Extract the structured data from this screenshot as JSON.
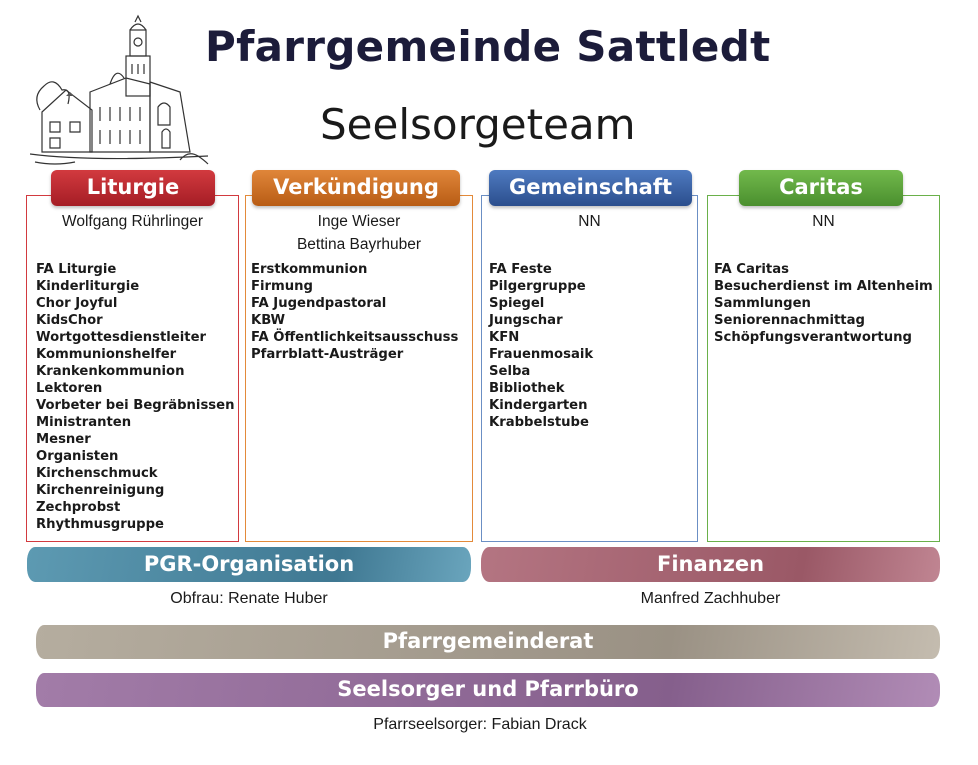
{
  "header": {
    "title": "Pfarrgemeinde Sattledt",
    "subtitle": "Seelsorgeteam"
  },
  "columns": [
    {
      "heading": "Liturgie",
      "color": "#c0202a",
      "leads": [
        "Wolfgang Rührlinger"
      ],
      "items": [
        "FA Liturgie",
        "Kinderliturgie",
        "Chor Joyful",
        "KidsChor",
        "Wortgottesdienstleiter",
        "Kommunionshelfer",
        "Krankenkommunion",
        "Lektoren",
        "Vorbeter bei Begräbnissen",
        "Ministranten",
        "Mesner",
        "Organisten",
        "Kirchenschmuck",
        "Kirchenreinigung",
        "Zechprobst",
        "Rhythmusgruppe"
      ]
    },
    {
      "heading": "Verkündigung",
      "color": "#d9741f",
      "leads": [
        "Inge Wieser",
        "Bettina Bayrhuber"
      ],
      "items": [
        "Erstkommunion",
        "Firmung",
        "FA Jugendpastoral",
        "KBW",
        "FA Öffentlichkeitsausschuss",
        "Pfarrblatt-Austräger"
      ]
    },
    {
      "heading": "Gemeinschaft",
      "color": "#3a63a8",
      "leads": [
        "NN"
      ],
      "items": [
        "FA Feste",
        "Pilgergruppe",
        "Spiegel",
        "Jungschar",
        "KFN",
        "Frauenmosaik",
        "Selba",
        "Bibliothek",
        "Kindergarten",
        "Krabbelstube"
      ]
    },
    {
      "heading": "Caritas",
      "color": "#5da63c",
      "leads": [
        "NN"
      ],
      "items": [
        "FA Caritas",
        "Besucherdienst im Altenheim",
        "Sammlungen",
        "Seniorennachmittag",
        "Schöpfungsverantwortung"
      ]
    }
  ],
  "bands": {
    "organisation": {
      "label": "PGR-Organisation",
      "caption": "Obfrau: Renate Huber",
      "color": "#4f8ba3"
    },
    "finanzen": {
      "label": "Finanzen",
      "caption": "Manfred Zachhuber",
      "color": "#a86672"
    },
    "pfarrgemeinderat": {
      "label": "Pfarrgemeinderat",
      "color": "#a9a094"
    },
    "seelsorger": {
      "label": "Seelsorger und Pfarrbüro",
      "caption": "Pfarrseelsorger: Fabian Drack",
      "color": "#946f9a"
    }
  }
}
